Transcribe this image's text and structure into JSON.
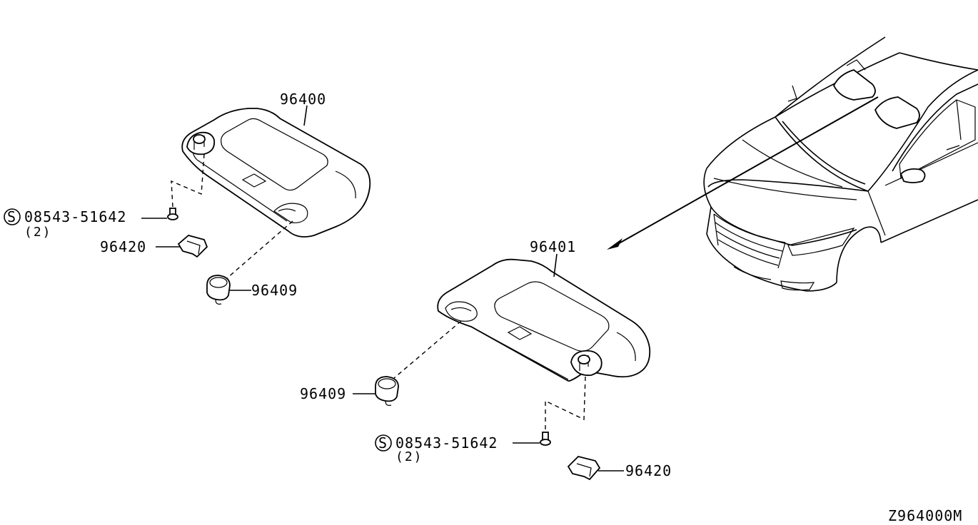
{
  "diagram_code": "Z964000M",
  "screw_symbol": "S",
  "labels": {
    "visor_left_part": "96400",
    "visor_right_part": "96401",
    "screw_left_part": "08543-51642",
    "screw_left_qty": "(2)",
    "screw_right_part": "08543-51642",
    "screw_right_qty": "(2)",
    "clip_left_part": "96420",
    "clip_right_part": "96420",
    "holder_left_part": "96409",
    "holder_right_part": "96409"
  }
}
